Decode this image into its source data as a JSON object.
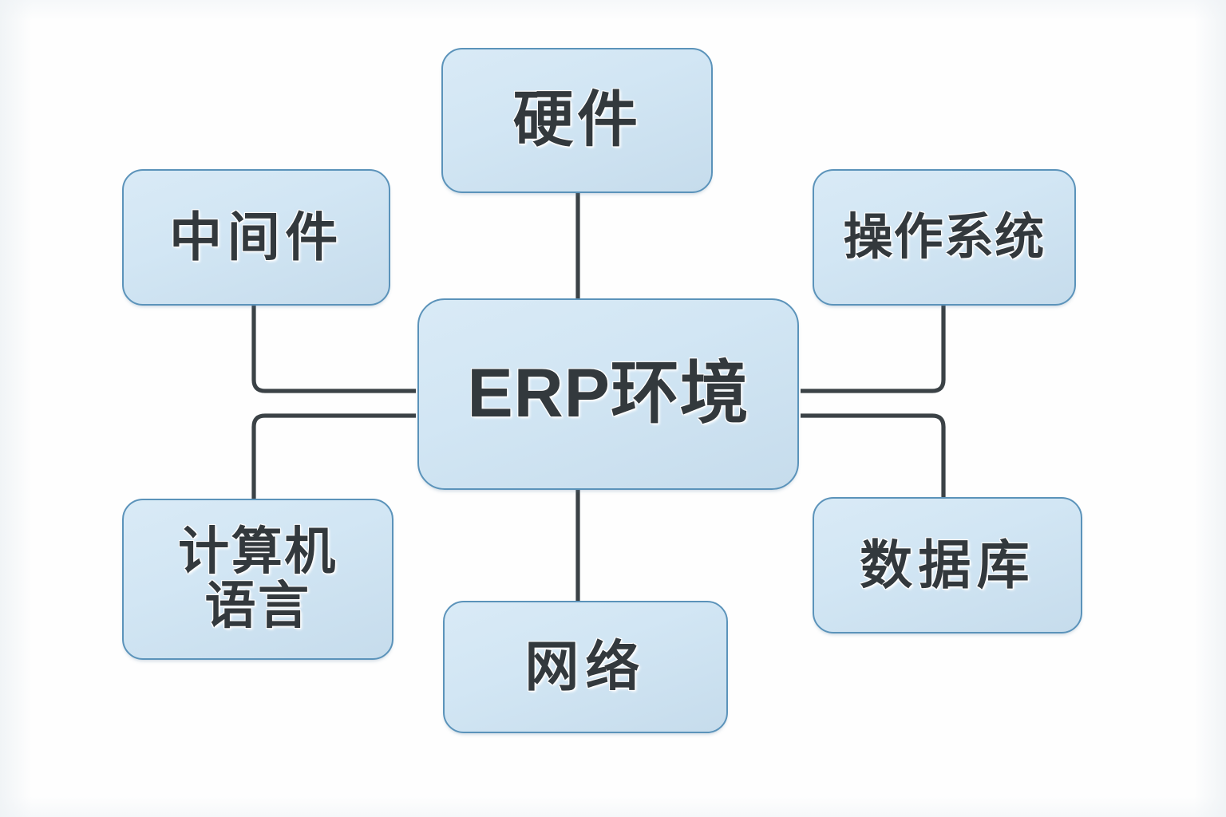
{
  "diagram": {
    "type": "hub-and-spoke mind map",
    "background_color": "#fefefe",
    "node_fill_color": "#d2e6f4",
    "node_border_color": "#5b93ba",
    "text_color": "#33393d",
    "connector_color": "#3b4246",
    "center": {
      "id": "hub",
      "label": "ERP环境"
    },
    "nodes": [
      {
        "id": "hardware",
        "label": "硬件",
        "position": "top"
      },
      {
        "id": "middleware",
        "label": "中间件",
        "position": "left-upper"
      },
      {
        "id": "language",
        "label": "计算机\n语言",
        "position": "left-lower"
      },
      {
        "id": "os",
        "label": "操作系统",
        "position": "right-upper"
      },
      {
        "id": "database",
        "label": "数据库",
        "position": "right-lower"
      },
      {
        "id": "network",
        "label": "网络",
        "position": "bottom"
      }
    ],
    "connections": [
      {
        "from": "hub",
        "to": "hardware"
      },
      {
        "from": "hub",
        "to": "middleware"
      },
      {
        "from": "hub",
        "to": "language"
      },
      {
        "from": "hub",
        "to": "os"
      },
      {
        "from": "hub",
        "to": "database"
      },
      {
        "from": "hub",
        "to": "network"
      }
    ]
  }
}
